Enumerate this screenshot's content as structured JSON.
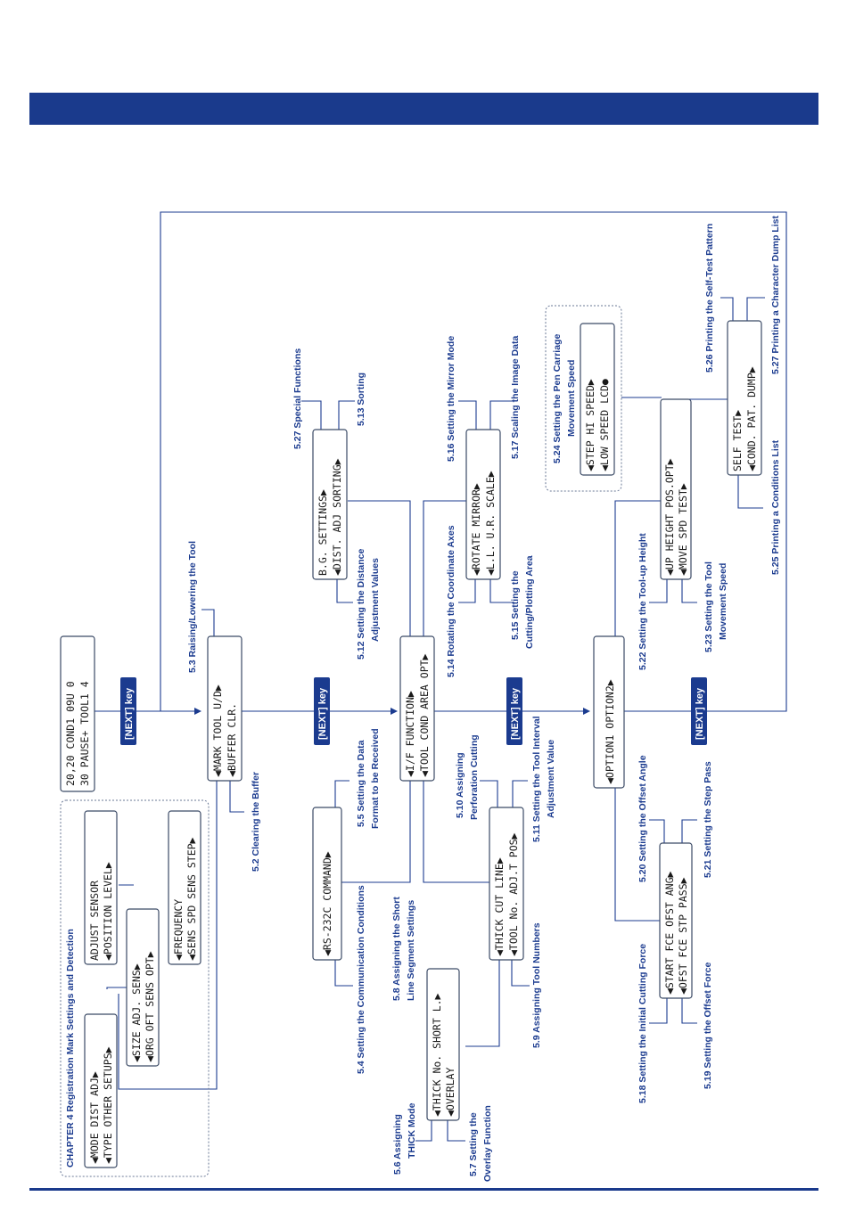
{
  "colors": {
    "brand_blue": "#1a3a8c",
    "label_blue": "#1b3b8f",
    "key_fill": "#1b3b8f"
  },
  "next_key_label": "[NEXT] key",
  "status_display": {
    "line1": "20,20 COND1    09U 0",
    "line2": "30  PAUSE+ TOOL1   4"
  },
  "menus": {
    "mark": {
      "line1": "◀MARK       TOOL U/D▶",
      "line2": "◀BUFFER CLR."
    },
    "function": {
      "line1": "◀I/F        FUNCTION▶",
      "line2": "◀TOOL COND AREA OPT▶"
    },
    "option": {
      "line1": "◀OPTION1     OPTION2▶"
    },
    "bg": {
      "line1": "     B.G. SETTINGS▶",
      "line2": "◀DIST. ADJ  SORTING▶"
    },
    "rotate": {
      "line1": "◀ROTATE      MIRROR▶",
      "line2": "◀L.L. U.R.   SCALE▶"
    },
    "step": {
      "line1": "◀STEP     HI SPEED▶",
      "line2": "◀LOW SPEED     LCD●"
    },
    "uph": {
      "line1": "◀UP HEIGHT  POS.OPT▶",
      "line2": "◀MOVE SPD      TEST▶"
    },
    "self": {
      "line1": "       SELF TEST▶",
      "line2": "◀COND. PAT.    DUMP▶"
    },
    "rs": {
      "line1": "◀RS-232C     COMMAND▶"
    },
    "thick": {
      "line1": "◀THICK       CUT LINE▶",
      "line2": "◀TOOL No. ADJ.T POS▶"
    },
    "thickno": {
      "line1": "◀THICK No. SHORT L.▶",
      "line2": "◀OVERLAY"
    },
    "start": {
      "line1": "◀START FCE OFST ANG▶",
      "line2": "◀OFST FCE  STP PASS▶"
    },
    "mode": {
      "line1": "◀MODE    DIST ADJ▶",
      "line2": "◀TYPE  OTHER SETUPS▶"
    },
    "size": {
      "line1": "◀SIZE      ADJ. SENS▶",
      "line2": "◀ORG OFT   SENS OPT▶"
    },
    "adjsensor": {
      "line1": "     ADJUST SENSOR",
      "line2": "◀POSITION     LEVEL▶"
    },
    "freq": {
      "line1": "◀FREQUENCY",
      "line2": "◀SENS SPD SENS STEP▶"
    }
  },
  "labels": {
    "l5_3": "5.3 Raising/Lowering the Tool",
    "l5_2": "5.2 Clearing the Buffer",
    "l5_27a": "5.27 Special Functions",
    "l5_13": "5.13 Sorting",
    "l5_12a": "5.12 Setting the Distance",
    "l5_12b": "Adjustment Values",
    "l5_16": "5.16 Setting the Mirror Mode",
    "l5_17": "5.17 Scaling the Image Data",
    "l5_14": "5.14 Rotating the Coordinate Axes",
    "l5_15a": "5.15 Setting the",
    "l5_15b": "Cutting/Plotting Area",
    "l5_24a": "5.24 Setting the Pen Carriage",
    "l5_24b": "Movement Speed",
    "l5_22": "5.22 Setting the Tool-up Height",
    "l5_23a": "5.23 Setting the Tool",
    "l5_23b": "Movement Speed",
    "l5_26": "5.26 Printing the Self-Test Pattern",
    "l5_27b": "5.27 Printing a Character Dump List",
    "l5_25": "5.25 Printing a Conditions List",
    "l5_5a": "5.5 Setting the Data",
    "l5_5b": "Format to be Received",
    "l5_4": "5.4 Setting the Communication Conditions",
    "l5_10a": "5.10 Assigning",
    "l5_10b": "Perforation Cutting",
    "l5_11a": "5.11 Setting the Tool Interval",
    "l5_11b": "Adjustment Value",
    "l5_9": "5.9 Assigning Tool Numbers",
    "l5_8a": "5.8 Assigning the Short",
    "l5_8b": "Line Segment Settings",
    "l5_6a": "5.6 Assigning",
    "l5_6b": "THICK Mode",
    "l5_7a": "5.7 Setting the",
    "l5_7b": "Overlay Function",
    "l5_20": "5.20 Setting the Offset Angle",
    "l5_21": "5.21 Setting the Step Pass",
    "l5_18": "5.18 Setting the Initial Cutting Force",
    "l5_19": "5.19 Setting the Offset Force",
    "ch4": "CHAPTER 4 Registration Mark Settings and Detection"
  }
}
